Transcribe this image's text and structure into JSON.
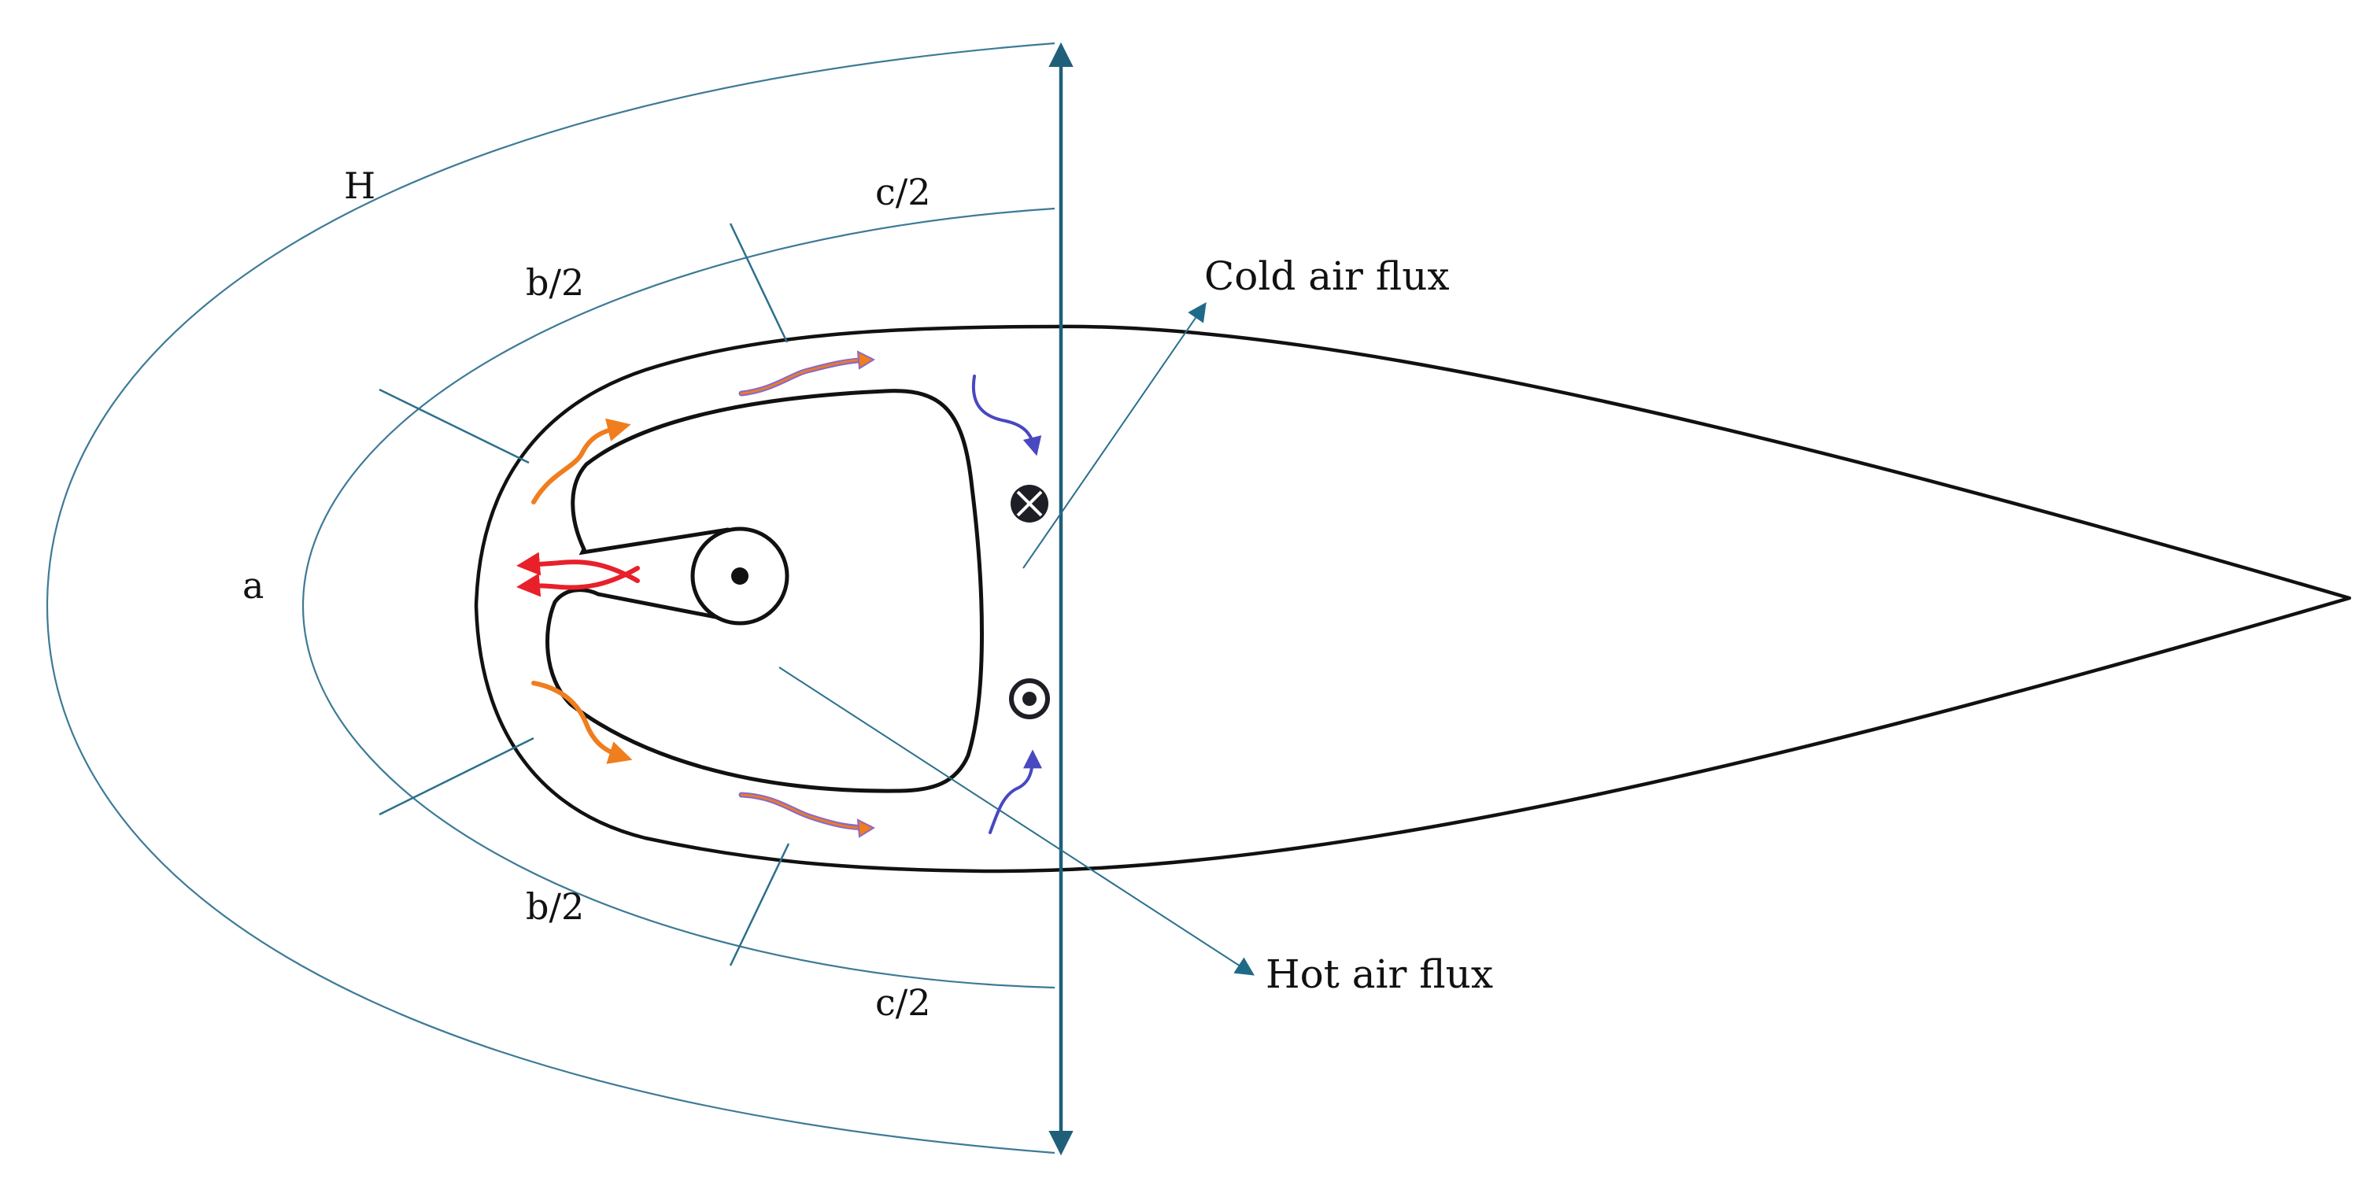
{
  "labels": {
    "H": "H",
    "c_half_top": "c/2",
    "b_half_top": "b/2",
    "a": "a",
    "b_half_bottom": "b/2",
    "c_half_bottom": "c/2",
    "cold_air_flux": "Cold air flux",
    "hot_air_flux": "Hot air flux"
  },
  "colors": {
    "outline": "#111111",
    "zone_boundary": "#3e7a97",
    "axis": "#1f5f7a",
    "leader_line": "#2c6f8c",
    "arrow_orange": "#f07d1e",
    "arrow_red": "#e8202a",
    "arrow_blue": "#4848c0",
    "arrow_purple_orange": "#8f6ac0"
  },
  "icons": {
    "current_into_page": "circled-cross-icon",
    "current_out_of_page": "circled-dot-icon",
    "shaft": "circled-dot-icon"
  }
}
